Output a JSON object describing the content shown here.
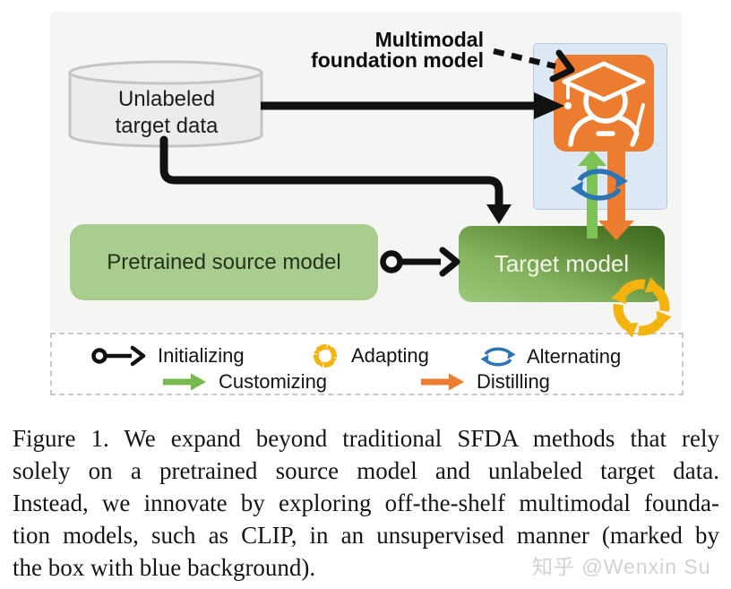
{
  "figure": {
    "data_node": {
      "line1": "Unlabeled",
      "line2": "target data"
    },
    "foundation_label": {
      "line1": "Multimodal",
      "line2": "foundation model"
    },
    "source_model_label": "Pretrained source model",
    "target_model_label": "Target model",
    "legend": {
      "initializing": "Initializing",
      "customizing": "Customizing",
      "adapting": "Adapting",
      "alternating": "Alternating",
      "distilling": "Distilling"
    },
    "colors": {
      "foundation_icon_orange": "#ec7c30",
      "source_box_green": "#a9cd8e",
      "target_box_green_dark": "#3c671d",
      "customizing_green": "#76b94e",
      "distilling_orange": "#ed7d31",
      "alternating_blue": "#2e74b5",
      "adapting_yellow": "#f3b40f",
      "clip_box_blue": "#dce8f3"
    }
  },
  "caption": {
    "lines": [
      "Figure 1. We expand beyond traditional SFDA methods that rely",
      "solely on a pretrained source model and unlabeled target data.",
      "Instead, we innovate by exploring off-the-shelf multimodal founda-",
      "tion models, such as CLIP, in an unsupervised manner (marked by",
      "the box with blue background)."
    ]
  },
  "watermark": "知乎 @Wenxin Su"
}
